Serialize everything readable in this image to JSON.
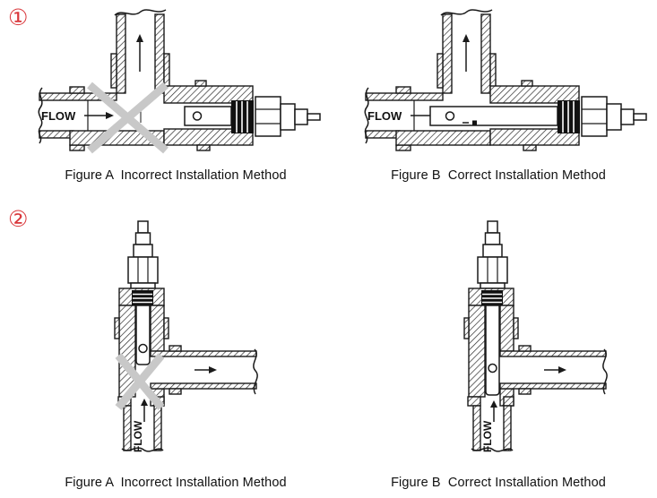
{
  "colors": {
    "accent_red": "#d9363a",
    "cross_gray": "#c8c8c8",
    "gland_black": "#111111",
    "background": "#ffffff"
  },
  "sections": [
    {
      "number": "①",
      "figures": [
        {
          "flow_label": "FLOW",
          "caption": "Figure A  Incorrect Installation Method",
          "status": "incorrect"
        },
        {
          "flow_label": "FLOW",
          "caption": "Figure B  Correct Installation Method",
          "status": "correct"
        }
      ]
    },
    {
      "number": "②",
      "figures": [
        {
          "flow_label": "FLOW",
          "caption": "Figure A  Incorrect Installation Method",
          "status": "incorrect"
        },
        {
          "flow_label": "FLOW",
          "caption": "Figure B  Correct Installation Method",
          "status": "correct"
        }
      ]
    }
  ]
}
